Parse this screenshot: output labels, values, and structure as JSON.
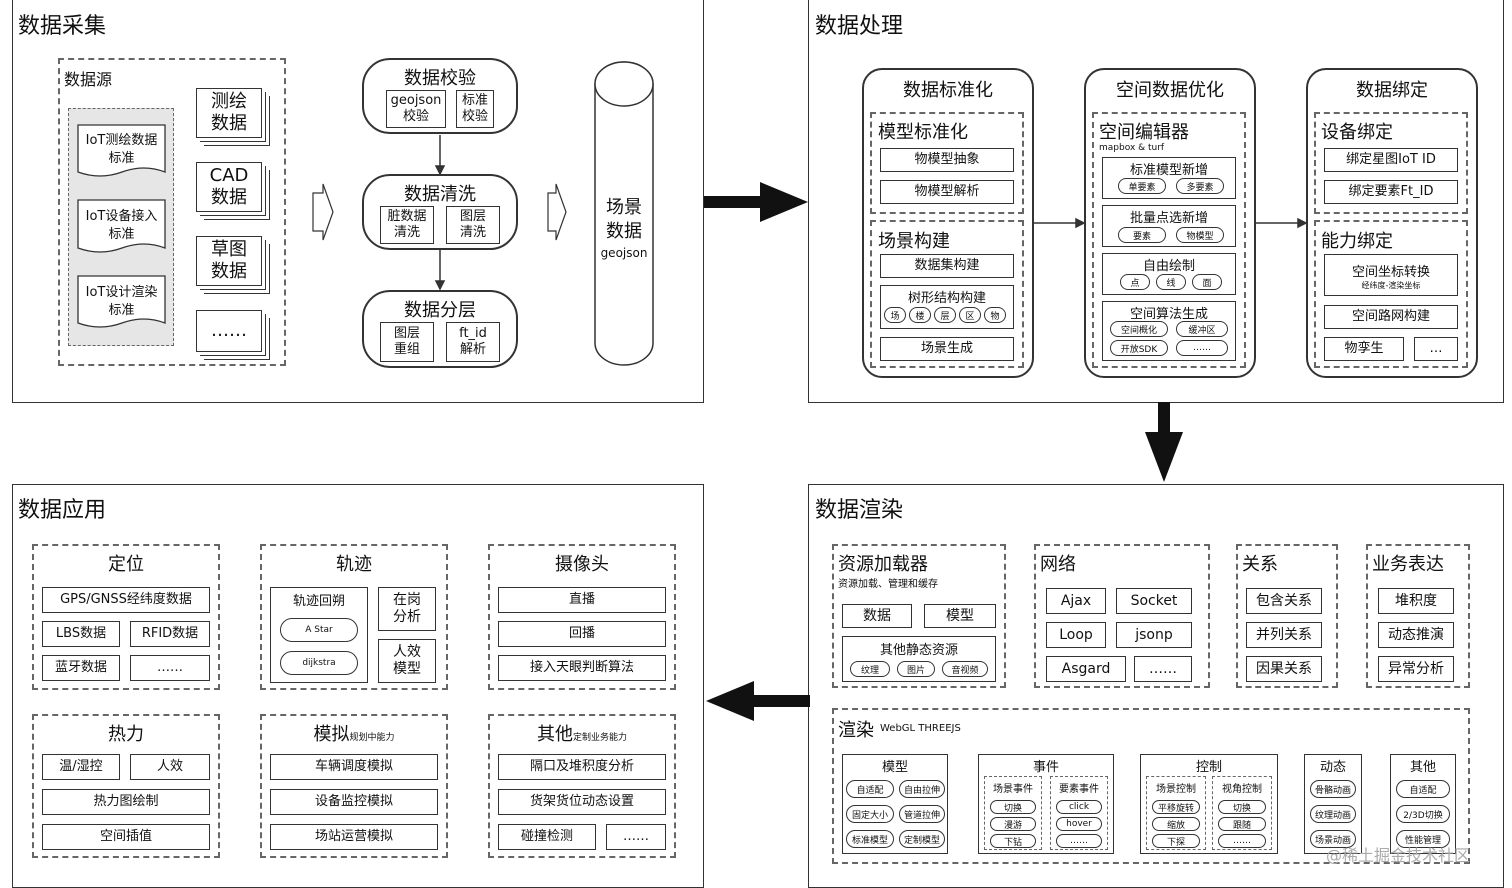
{
  "collect": {
    "title": "数据采集",
    "sources_title": "数据源",
    "docs": [
      "IoT测绘数据\n标准",
      "IoT设备接入\n标准",
      "IoT设计渲染\n标准"
    ],
    "stacks": [
      "测绘\n数据",
      "CAD\n数据",
      "草图\n数据",
      "……"
    ],
    "verify": {
      "title": "数据校验",
      "items": [
        "geojson\n校验",
        "标准\n校验"
      ]
    },
    "clean": {
      "title": "数据清洗",
      "items": [
        "脏数据\n清洗",
        "图层\n清洗"
      ]
    },
    "layer": {
      "title": "数据分层",
      "items": [
        "图层\n重组",
        "ft_id\n解析"
      ]
    },
    "scene": {
      "title": "场景\n数据",
      "sub": "geojson"
    }
  },
  "process": {
    "title": "数据处理",
    "standard": {
      "title": "数据标准化",
      "model": {
        "title": "模型标准化",
        "items": [
          "物模型抽象",
          "物模型解析"
        ]
      },
      "scene": {
        "title": "场景构建",
        "dataset": "数据集构建",
        "tree": "树形结构构建",
        "tree_items": [
          "场",
          "楼",
          "层",
          "区",
          "物"
        ],
        "gen": "场景生成"
      }
    },
    "optimize": {
      "title": "空间数据优化",
      "editor": "空间编辑器",
      "editor_sub": "mapbox & turf",
      "groups": [
        {
          "title": "标准模型新增",
          "items": [
            "单要素",
            "多要素"
          ]
        },
        {
          "title": "批量点选新增",
          "items": [
            "要素",
            "物模型"
          ]
        },
        {
          "title": "自由绘制",
          "items": [
            "点",
            "线",
            "面"
          ]
        },
        {
          "title": "空间算法生成",
          "items": [
            "空间概化",
            "缓冲区",
            "开放SDK",
            "……"
          ]
        }
      ]
    },
    "bind": {
      "title": "数据绑定",
      "device": {
        "title": "设备绑定",
        "items": [
          "绑定星图IoT ID",
          "绑定要素Ft_ID"
        ]
      },
      "ability": {
        "title": "能力绑定",
        "coord": "空间坐标转换",
        "coord_sub": "经纬度-渲染坐标",
        "road": "空间路网构建",
        "twin": "物孪生",
        "more": "…"
      }
    }
  },
  "render": {
    "title": "数据渲染",
    "loader": {
      "title": "资源加载器",
      "sub": "资源加载、管理和缓存",
      "items": [
        "数据",
        "模型"
      ],
      "static": "其他静态资源",
      "static_items": [
        "纹理",
        "图片",
        "音视频"
      ]
    },
    "network": {
      "title": "网络",
      "items": [
        "Ajax",
        "Socket",
        "Loop",
        "jsonp",
        "Asgard",
        "……"
      ]
    },
    "relation": {
      "title": "关系",
      "items": [
        "包含关系",
        "并列关系",
        "因果关系"
      ]
    },
    "business": {
      "title": "业务表达",
      "items": [
        "堆积度",
        "动态推演",
        "异常分析"
      ]
    },
    "engine": {
      "title": "渲染",
      "sub": "WebGL THREEJS",
      "model": {
        "title": "模型",
        "items": [
          "自适配",
          "自由拉伸",
          "固定大小",
          "管道拉伸",
          "标准模型",
          "定制模型"
        ]
      },
      "event": {
        "title": "事件",
        "scene": "场景事件",
        "scene_items": [
          "切换",
          "漫游",
          "下钻"
        ],
        "element": "要素事件",
        "element_items": [
          "click",
          "hover",
          "……"
        ]
      },
      "control": {
        "title": "控制",
        "scene": "场景控制",
        "scene_items": [
          "平移旋转",
          "缩放",
          "下探"
        ],
        "view": "视角控制",
        "view_items": [
          "切换",
          "跟随",
          "……"
        ]
      },
      "anim": {
        "title": "动态",
        "items": [
          "骨骼动画",
          "纹理动画",
          "场景动画"
        ]
      },
      "other": {
        "title": "其他",
        "items": [
          "自适配",
          "2/3D切换",
          "性能管理"
        ]
      }
    }
  },
  "apply": {
    "title": "数据应用",
    "locate": {
      "title": "定位",
      "items": [
        "GPS/GNSS经纬度数据",
        "LBS数据",
        "RFID数据",
        "蓝牙数据",
        "……"
      ]
    },
    "track": {
      "title": "轨迹",
      "replay": "轨迹回朔",
      "replay_items": [
        "A Star",
        "dijkstra"
      ],
      "items": [
        "在岗\n分析",
        "人效\n模型"
      ]
    },
    "camera": {
      "title": "摄像头",
      "items": [
        "直播",
        "回播",
        "接入天眼判断算法"
      ]
    },
    "heat": {
      "title": "热力",
      "items": [
        "温/湿控",
        "人效",
        "热力图绘制",
        "空间插值"
      ]
    },
    "sim": {
      "title": "模拟",
      "sub": "规划中能力",
      "items": [
        "车辆调度模拟",
        "设备监控模拟",
        "场站运营模拟"
      ]
    },
    "other": {
      "title": "其他",
      "sub": "定制业务能力",
      "items": [
        "隔口及堆积度分析",
        "货架货位动态设置",
        "碰撞检测",
        "……"
      ]
    }
  },
  "watermark": "@稀土掘金技术社区"
}
